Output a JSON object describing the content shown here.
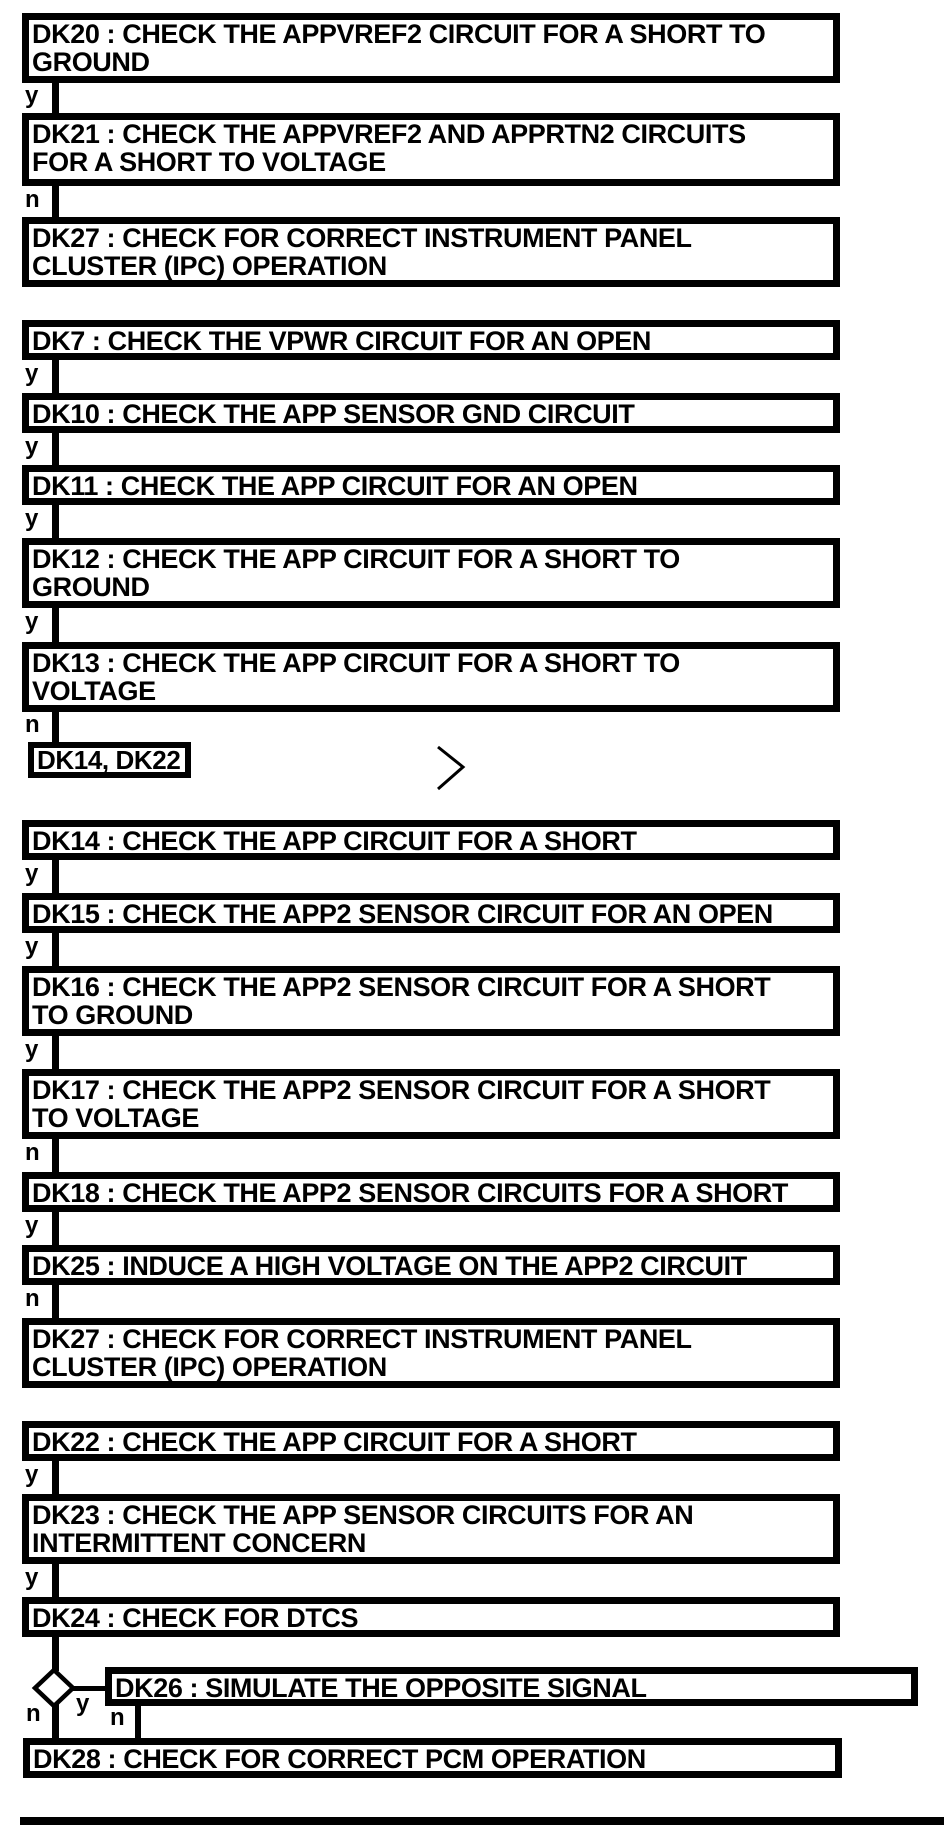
{
  "page": {
    "background_color": "#ffffff",
    "ink_color": "#000000",
    "kind": "diagnostic pinpoint test flowchart"
  },
  "nodes": [
    {
      "id": "DK20",
      "label": "DK20 : CHECK THE APPVREF2 CIRCUIT FOR A SHORT TO\nGROUND"
    },
    {
      "id": "DK21",
      "label": "DK21 : CHECK THE APPVREF2 AND APPRTN2 CIRCUITS\nFOR A SHORT TO VOLTAGE"
    },
    {
      "id": "DK27a",
      "label": "DK27 : CHECK FOR CORRECT INSTRUMENT PANEL\nCLUSTER (IPC) OPERATION"
    },
    {
      "id": "DK7",
      "label": "DK7 : CHECK THE VPWR CIRCUIT FOR AN OPEN"
    },
    {
      "id": "DK10",
      "label": "DK10 : CHECK THE APP SENSOR GND CIRCUIT"
    },
    {
      "id": "DK11",
      "label": "DK11 : CHECK THE APP CIRCUIT FOR AN OPEN"
    },
    {
      "id": "DK12",
      "label": "DK12 : CHECK THE APP CIRCUIT FOR A SHORT TO\nGROUND"
    },
    {
      "id": "DK13",
      "label": "DK13 : CHECK THE APP CIRCUIT FOR A SHORT TO\nVOLTAGE"
    },
    {
      "id": "DK14_DK22_ref",
      "label": "DK14, DK22"
    },
    {
      "id": "DK14",
      "label": "DK14 : CHECK THE APP CIRCUIT FOR A SHORT"
    },
    {
      "id": "DK15",
      "label": "DK15 : CHECK THE APP2 SENSOR CIRCUIT FOR AN OPEN"
    },
    {
      "id": "DK16",
      "label": "DK16 : CHECK THE APP2 SENSOR CIRCUIT FOR A SHORT\nTO GROUND"
    },
    {
      "id": "DK17",
      "label": "DK17 : CHECK THE APP2 SENSOR CIRCUIT FOR A SHORT\nTO VOLTAGE"
    },
    {
      "id": "DK18",
      "label": "DK18 : CHECK THE APP2 SENSOR CIRCUITS FOR A SHORT"
    },
    {
      "id": "DK25",
      "label": "DK25 : INDUCE A HIGH VOLTAGE ON THE APP2 CIRCUIT"
    },
    {
      "id": "DK27b",
      "label": "DK27 : CHECK FOR CORRECT INSTRUMENT PANEL\nCLUSTER (IPC) OPERATION"
    },
    {
      "id": "DK22",
      "label": "DK22 : CHECK THE APP CIRCUIT FOR A SHORT"
    },
    {
      "id": "DK23",
      "label": "DK23 : CHECK THE APP SENSOR CIRCUITS FOR AN\nINTERMITTENT CONCERN"
    },
    {
      "id": "DK24",
      "label": "DK24 : CHECK FOR DTCS"
    },
    {
      "id": "DK26",
      "label": "DK26 : SIMULATE THE OPPOSITE SIGNAL"
    },
    {
      "id": "DK28",
      "label": "DK28 : CHECK FOR CORRECT PCM OPERATION"
    }
  ],
  "edges": [
    {
      "label": "y"
    },
    {
      "label": "n"
    },
    {
      "label": "y"
    },
    {
      "label": "y"
    },
    {
      "label": "y"
    },
    {
      "label": "y"
    },
    {
      "label": "n"
    },
    {
      "label": "y"
    },
    {
      "label": "y"
    },
    {
      "label": "y"
    },
    {
      "label": "n"
    },
    {
      "label": "y"
    },
    {
      "label": "n"
    },
    {
      "label": "y"
    },
    {
      "label": "y"
    },
    {
      "label": "n"
    },
    {
      "label": "y"
    },
    {
      "label": "n"
    }
  ],
  "icons": {
    "continuation_chevron": ">",
    "decision_diamond": "diamond"
  }
}
